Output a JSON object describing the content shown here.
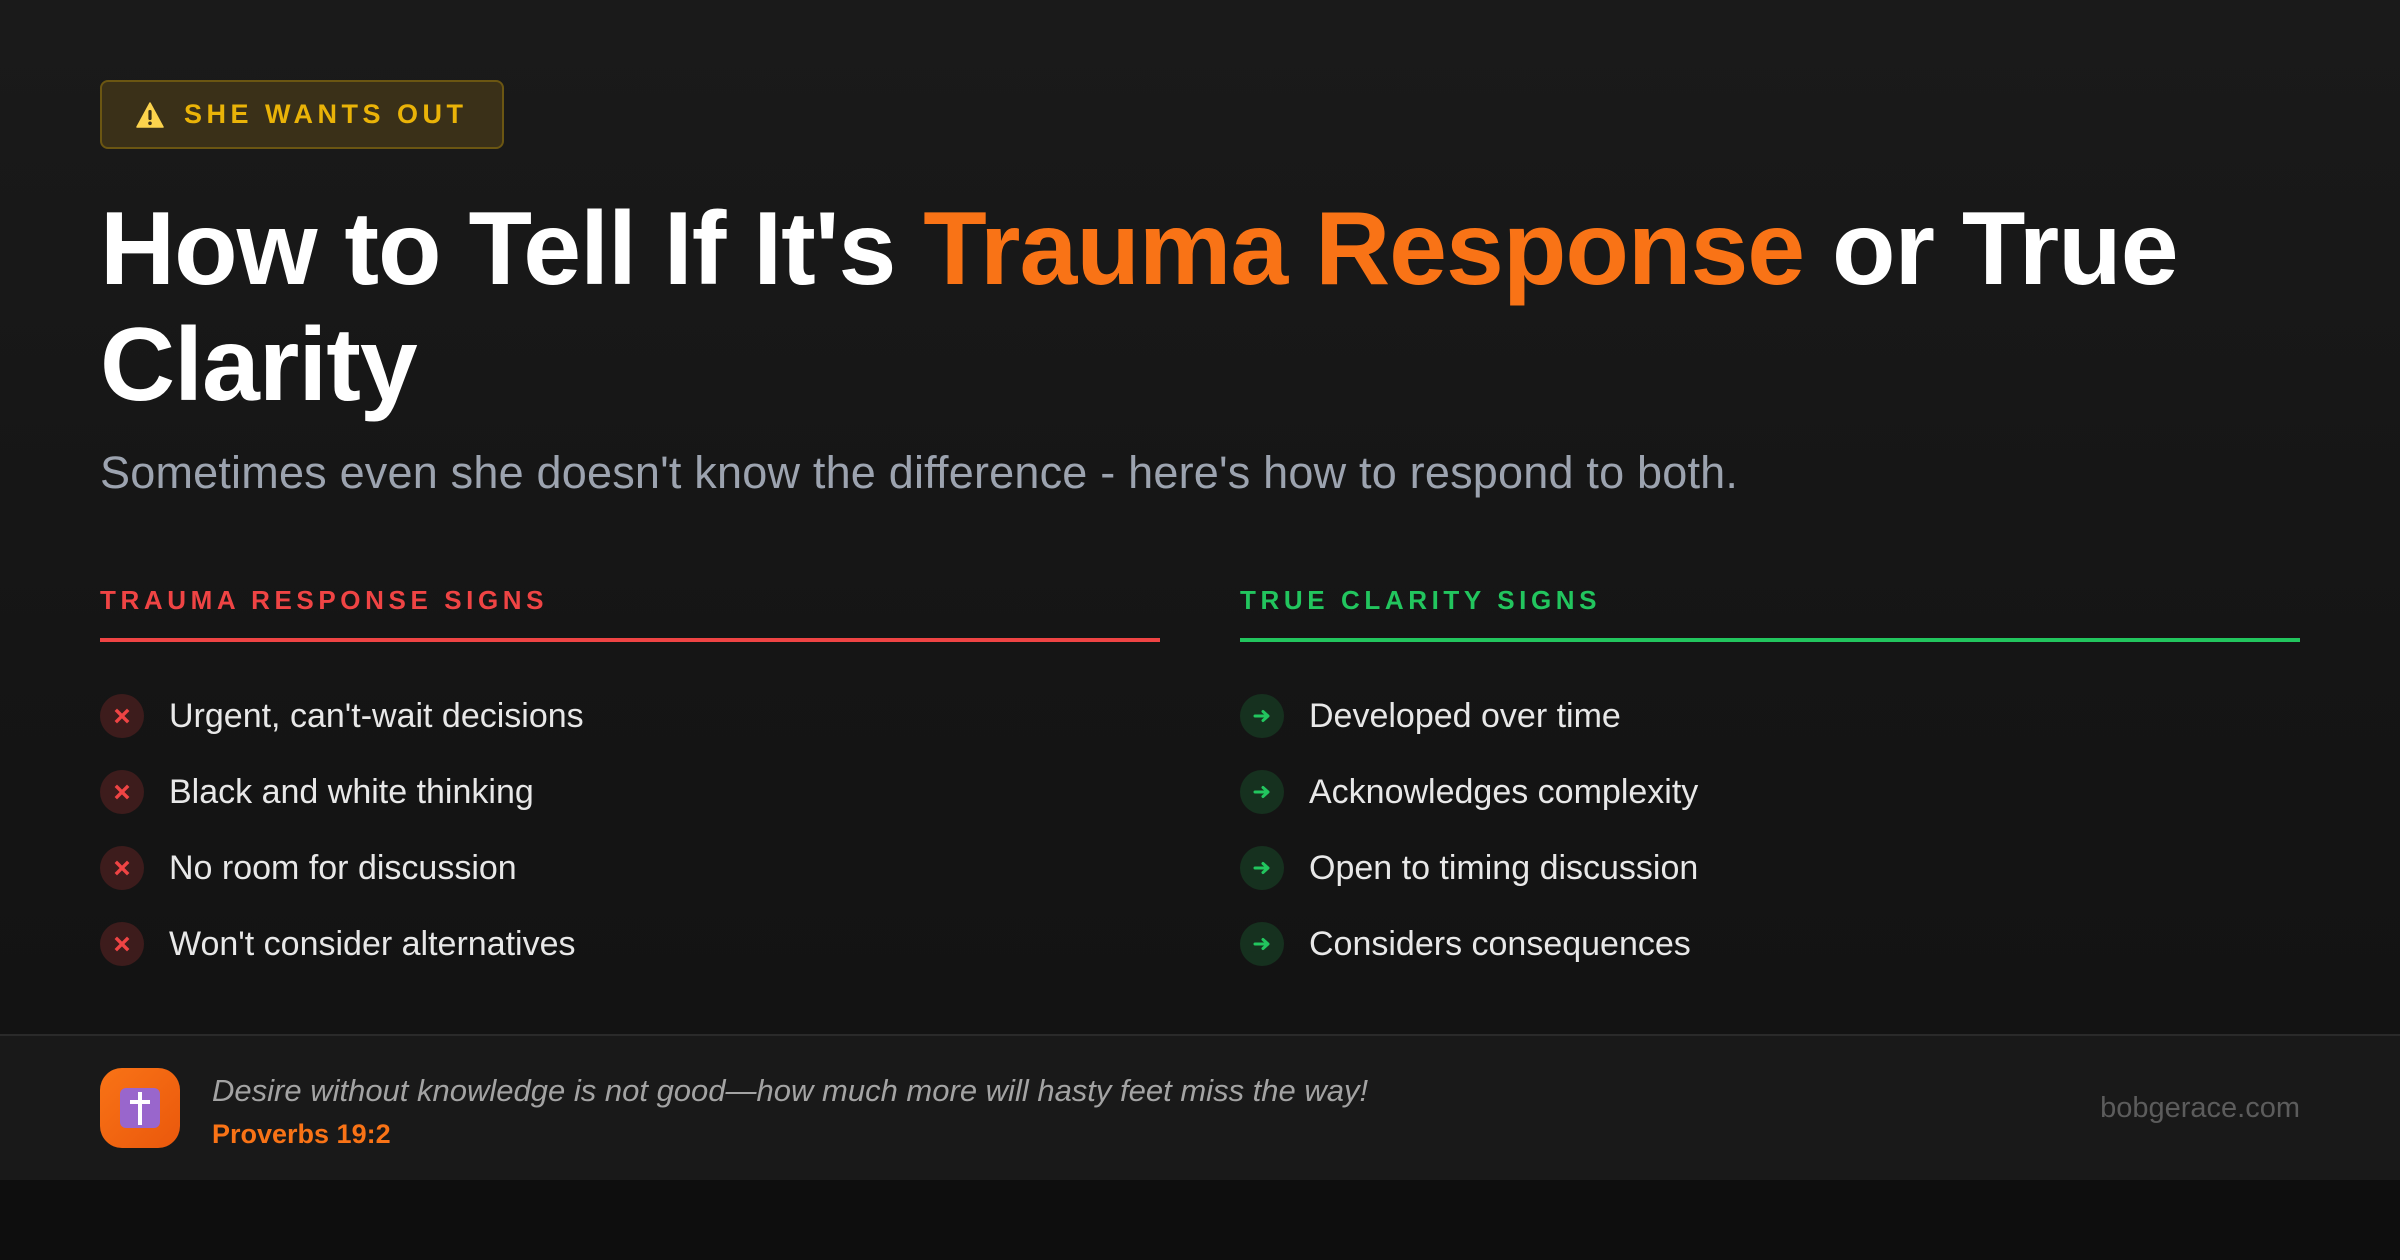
{
  "badge": {
    "icon": "warning-icon",
    "label": "SHE WANTS OUT",
    "color": "#eab308"
  },
  "heading": {
    "before": "How to Tell If It's ",
    "accent": "Trauma Response",
    "after": " or True Clarity",
    "accent_color": "#f97316"
  },
  "subtitle": "Sometimes even she doesn't know the difference - here's how to respond to both.",
  "columns": {
    "trauma": {
      "title": "TRAUMA RESPONSE SIGNS",
      "color": "#ef4444",
      "icon": "x-icon",
      "items": [
        "Urgent, can't-wait decisions",
        "Black and white thinking",
        "No room for discussion",
        "Won't consider alternatives"
      ]
    },
    "clarity": {
      "title": "TRUE CLARITY SIGNS",
      "color": "#22c55e",
      "icon": "arrow-right-icon",
      "items": [
        "Developed over time",
        "Acknowledges complexity",
        "Open to timing discussion",
        "Considers consequences"
      ]
    }
  },
  "footer": {
    "icon": "cross-icon",
    "quote": "Desire without knowledge is not good—how much more will hasty feet miss the way!",
    "reference": "Proverbs 19:2",
    "site": "bobgerace.com"
  }
}
